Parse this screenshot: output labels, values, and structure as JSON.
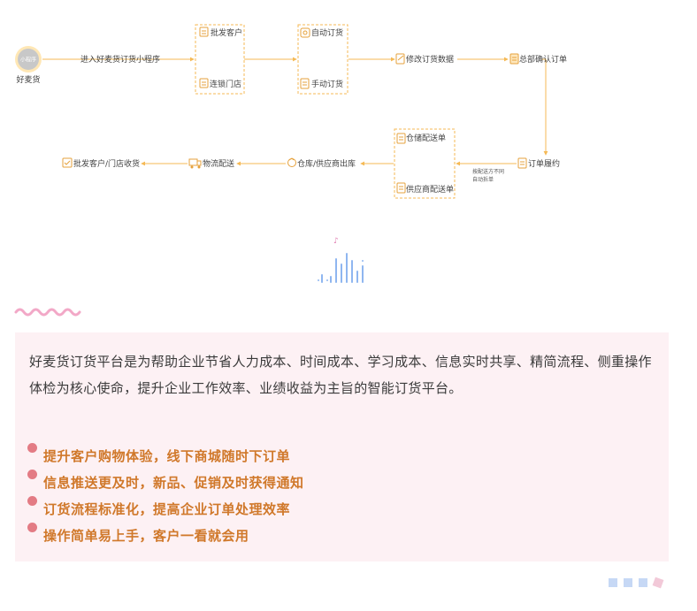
{
  "flowchart": {
    "start": {
      "badge": "小程序",
      "label": "好麦货"
    },
    "edge_enter_label": "进入好麦货订货小程序",
    "customers": {
      "top": "批发客户",
      "bottom": "连锁门店"
    },
    "order_modes": {
      "top": "自动订货",
      "bottom": "手动订货"
    },
    "modify": "修改订货数据",
    "hq_confirm": "总部确认订单",
    "fulfill": "订单履约",
    "split_note": {
      "line1": "按配送方不同",
      "line2": "自动拆单"
    },
    "delivery_sheets": {
      "top": "仓储配送单",
      "bottom": "供应商配送单"
    },
    "warehouse_out": "仓库/供应商出库",
    "logistics": "物流配送",
    "receive": "批发客户/门店收货"
  },
  "colors": {
    "line": "#f5b955",
    "icon": "#e6a23c",
    "badge_fill": "#c8c8c8",
    "panel_bg": "#fdf1f4",
    "feature_text": "#d0782a",
    "bullet": "#e37b84",
    "wave": "#f2a8c7",
    "bars": "#8fb6f0"
  },
  "content": {
    "intro": "好麦货订货平台是为帮助企业节省人力成本、时间成本、学习成本、信息实时共享、精简流程、侧重操作体检为核心使命，提升企业工作效率、业绩收益为主旨的智能订货平台。",
    "features": [
      "提升客户购物体验，线下商城随时下订单",
      "信息推送更及时，新品、促销及时获得通知",
      "订货流程标准化，提高企业订单处理效率",
      "操作简单易上手，客户一看就会用"
    ]
  },
  "decor": {
    "music_note": "♪"
  }
}
